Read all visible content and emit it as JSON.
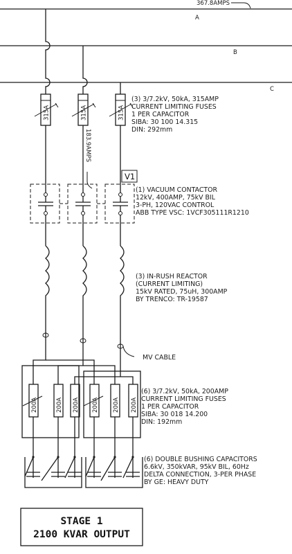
{
  "bus": {
    "current_label": "367.8AMPS",
    "phases": [
      "A",
      "B",
      "C"
    ]
  },
  "line_fuses": {
    "rating": "315A",
    "notes": [
      "(3) 3/7.2kV, 50kA, 315AMP",
      "CURRENT LIMITING FUSES",
      "1 PER CAPACITOR",
      "SIBA: 30 100 14.315",
      "DIN: 292mm"
    ]
  },
  "phase_current_label": "183.9AMPS",
  "contactor_tag": "V1",
  "contactor": {
    "notes": [
      "(1) VACUUM CONTACTOR",
      "12kV, 400AMP, 75kV BIL",
      "3-PH, 120VAC CONTROL",
      "ABB TYPE VSC: 1VCF305111R1210"
    ]
  },
  "reactor": {
    "notes": [
      "(3) IN-RUSH REACTOR",
      "(CURRENT LIMITING)",
      "15kV RATED, 75uH, 300AMP",
      "BY TRENCO: TR-19587"
    ]
  },
  "cable_label": "MV CABLE",
  "cap_fuses": {
    "rating": "200A",
    "notes": [
      "(6) 3/7.2kV, 50kA, 200AMP",
      "CURRENT LIMITING FUSES",
      "1 PER CAPACITOR",
      "SIBA: 30 018 14.200",
      "DIN: 192mm"
    ]
  },
  "capacitors": {
    "notes": [
      "(6) DOUBLE BUSHING CAPACITORS",
      "6.6kV, 350kVAR, 95kV BIL, 60Hz",
      "DELTA CONNECTION, 3-PER PHASE",
      "BY GE: HEAVY DUTY"
    ]
  },
  "stage_box": {
    "line1": "STAGE 1",
    "line2": "2100 KVAR OUTPUT"
  }
}
